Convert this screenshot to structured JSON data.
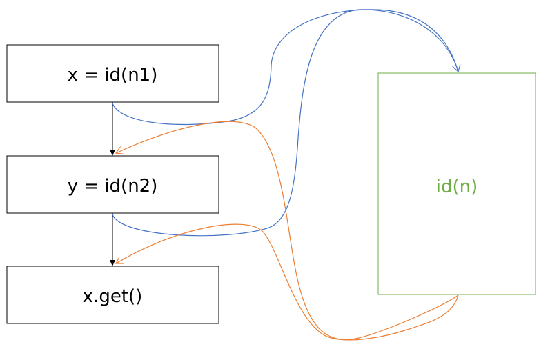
{
  "boxes": {
    "x": {
      "label": "x = id(n1)"
    },
    "y": {
      "label": "y = id(n2)"
    },
    "get": {
      "label": "x.get()"
    },
    "id": {
      "label": "id(n)"
    }
  },
  "colors": {
    "box_border": "#000000",
    "text": "#000000",
    "id_border": "#70ad47",
    "id_text": "#70ad47",
    "call_arrow": "#4472c4",
    "return_arrow": "#ed7d31",
    "flow_arrow": "#000000"
  }
}
